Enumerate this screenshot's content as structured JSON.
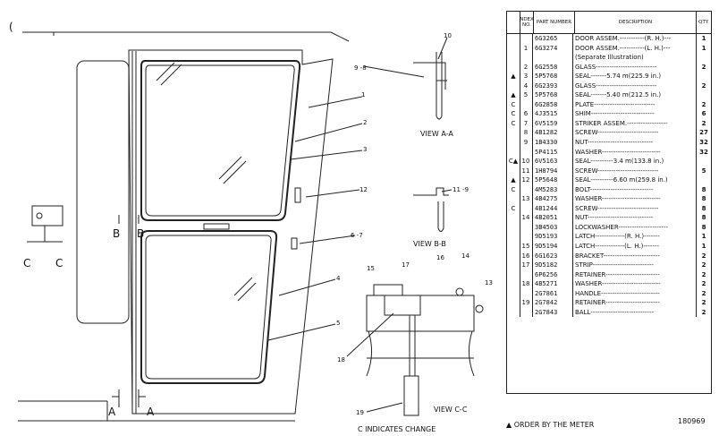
{
  "diagram": {
    "view_labels": {
      "view_aa": "VIEW A-A",
      "view_bb": "VIEW B-B",
      "view_cc": "VIEW C-C"
    },
    "section_markers": {
      "a": "A",
      "b": "B",
      "c": "C"
    },
    "callouts": {
      "c1": "1",
      "c2": "2",
      "c3": "3",
      "c4": "4",
      "c5": "5",
      "c67": "6 -7",
      "c98": "9 -8",
      "c10": "10",
      "c119": "11 -9",
      "c12": "12",
      "c13": "13",
      "c14": "14",
      "c15": "15",
      "c16": "16",
      "c17": "17",
      "c18": "18",
      "c19": "19"
    },
    "misc": {
      "paren": "("
    }
  },
  "table": {
    "headers": {
      "mark": "",
      "no": "NDEX NO.",
      "part": "PART NUMBER",
      "desc": "DESCRIPTION",
      "qty": "QTY."
    },
    "rows": [
      {
        "mark": "",
        "no": "",
        "pn": "6G3265",
        "desc": "DOOR ASSEM.-----------(R. H.)---",
        "qty": "1"
      },
      {
        "mark": "",
        "no": "1",
        "pn": "6G3274",
        "desc": "DOOR ASSEM.-----------(L. H.)---",
        "qty": "1"
      },
      {
        "mark": "",
        "no": "",
        "pn": "",
        "desc": "(Separate Illustration)",
        "qty": ""
      },
      {
        "mark": "",
        "no": "2",
        "pn": "6G2558",
        "desc": "GLASS---------------------------",
        "qty": "2"
      },
      {
        "mark": "▲",
        "no": "3",
        "pn": "5P5768",
        "desc": "SEAL-------5.74 m(225.9 in.)",
        "qty": ""
      },
      {
        "mark": "",
        "no": "4",
        "pn": "6G2393",
        "desc": "GLASS---------------------------",
        "qty": "2"
      },
      {
        "mark": "▲",
        "no": "5",
        "pn": "5P5768",
        "desc": "SEAL-------5.40 m(212.5 in.)",
        "qty": ""
      },
      {
        "mark": "C",
        "no": "",
        "pn": "6G2858",
        "desc": "PLATE---------------------------",
        "qty": "2"
      },
      {
        "mark": "C",
        "no": "6",
        "pn": "4J3515",
        "desc": "SHIM----------------------------",
        "qty": "6"
      },
      {
        "mark": "C",
        "no": "7",
        "pn": "6V5159",
        "desc": "STRIKER ASSEM.------------------",
        "qty": "2"
      },
      {
        "mark": "",
        "no": "8",
        "pn": "4B1282",
        "desc": "SCREW---------------------------",
        "qty": "27"
      },
      {
        "mark": "",
        "no": "9",
        "pn": "1B4330",
        "desc": "NUT-----------------------------",
        "qty": "32"
      },
      {
        "mark": "",
        "no": "",
        "pn": "5P4115",
        "desc": "WASHER--------------------------",
        "qty": "32"
      },
      {
        "mark": "C▲",
        "no": "10",
        "pn": "6V5163",
        "desc": "SEAL----------3.4 m(133.8 in.)",
        "qty": ""
      },
      {
        "mark": "",
        "no": "11",
        "pn": "1H8794",
        "desc": "SCREW---------------------------",
        "qty": "5"
      },
      {
        "mark": "▲",
        "no": "12",
        "pn": "5P5648",
        "desc": "SEAL----------6.60 m(259.8 in.)",
        "qty": ""
      },
      {
        "mark": "C",
        "no": "",
        "pn": "4M5283",
        "desc": "BOLT----------------------------",
        "qty": "8"
      },
      {
        "mark": "",
        "no": "13",
        "pn": "4B4275",
        "desc": "WASHER--------------------------",
        "qty": "8"
      },
      {
        "mark": "C",
        "no": "",
        "pn": "4B1244",
        "desc": "SCREW---------------------------",
        "qty": "8"
      },
      {
        "mark": "",
        "no": "14",
        "pn": "4B2051",
        "desc": "NUT-----------------------------",
        "qty": "8"
      },
      {
        "mark": "",
        "no": "",
        "pn": "3B4503",
        "desc": "LOCKWASHER----------------------",
        "qty": "8"
      },
      {
        "mark": "",
        "no": "",
        "pn": "9D5193",
        "desc": "LATCH-------------(R. H.)-------",
        "qty": "1"
      },
      {
        "mark": "",
        "no": "15",
        "pn": "9D5194",
        "desc": "LATCH-------------(L. H.)-------",
        "qty": "1"
      },
      {
        "mark": "",
        "no": "16",
        "pn": "6G1623",
        "desc": "BRACKET-------------------------",
        "qty": "2"
      },
      {
        "mark": "",
        "no": "17",
        "pn": "9D5182",
        "desc": "STRIP---------------------------",
        "qty": "2"
      },
      {
        "mark": "",
        "no": "",
        "pn": "6P6256",
        "desc": "RETAINER------------------------",
        "qty": "2"
      },
      {
        "mark": "",
        "no": "18",
        "pn": "4B5271",
        "desc": "WASHER--------------------------",
        "qty": "2"
      },
      {
        "mark": "",
        "no": "",
        "pn": "2G7861",
        "desc": "HANDLE--------------------------",
        "qty": "2"
      },
      {
        "mark": "",
        "no": "19",
        "pn": "2G7842",
        "desc": "RETAINER------------------------",
        "qty": "2"
      },
      {
        "mark": "",
        "no": "",
        "pn": "2G7843",
        "desc": "BALL----------------------------",
        "qty": "2"
      }
    ]
  },
  "footer": {
    "change_note": "C INDICATES CHANGE",
    "meter_note": "▲ ORDER BY THE METER",
    "drawing_number": "180969"
  }
}
